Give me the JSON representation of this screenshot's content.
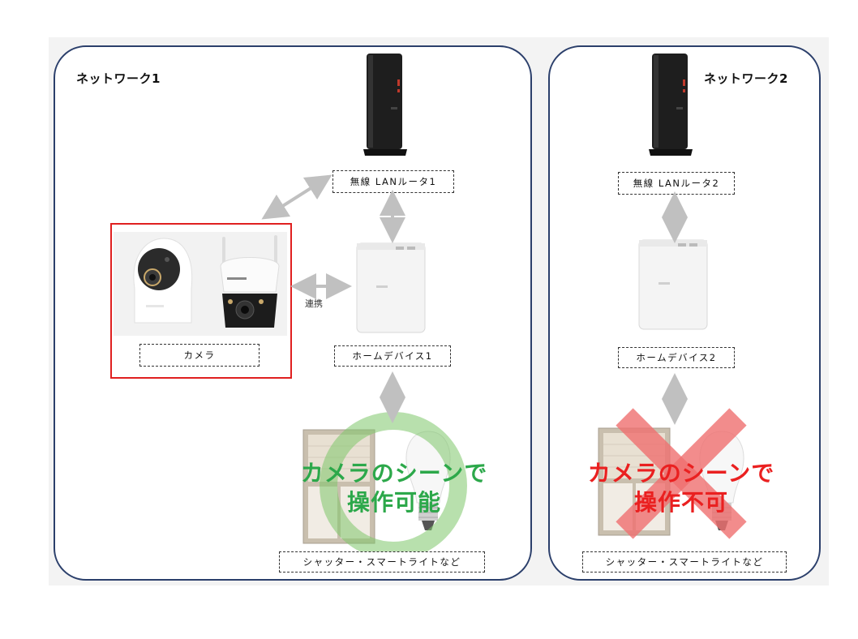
{
  "network1": {
    "title": "ネットワーク1",
    "router_label": "無線 LANルータ1",
    "camera_label": "カメラ",
    "link_label": "連携",
    "hub_label": "ホームデバイス1",
    "devices_label": "シャッター・スマートライトなど",
    "result_line1": "カメラのシーンで",
    "result_line2": "操作可能",
    "result_symbol": "check-circle-icon",
    "result_color": "#2ca84a"
  },
  "network2": {
    "title": "ネットワーク2",
    "router_label": "無線 LANルータ2",
    "hub_label": "ホームデバイス2",
    "devices_label": "シャッター・スマートライトなど",
    "result_line1": "カメラのシーンで",
    "result_line2": "操作不可",
    "result_symbol": "cross-icon",
    "result_color": "#ea2020"
  },
  "colors": {
    "panel_border": "#2b3f6b",
    "highlight": "#e02020",
    "arrow": "#c0c0c0"
  }
}
